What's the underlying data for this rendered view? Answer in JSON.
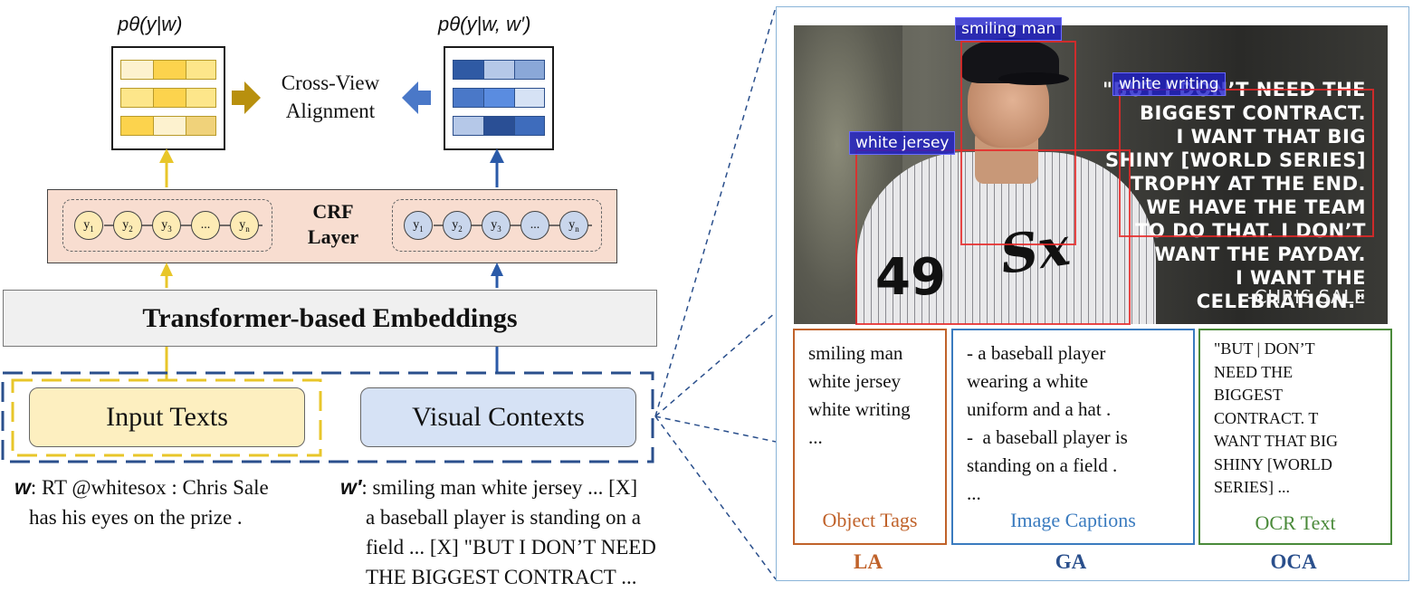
{
  "left": {
    "prob_left": "pθ(y|w)",
    "prob_right": "pθ(y|w, w′)",
    "alignment_line1": "Cross-View",
    "alignment_line2": "Alignment",
    "crf_line1": "CRF",
    "crf_line2": "Layer",
    "nodes": [
      "y1",
      "y2",
      "y3",
      "...",
      "yn"
    ],
    "embeddings": "Transformer-based Embeddings",
    "input_texts": "Input Texts",
    "visual_contexts": "Visual Contexts",
    "w_symbol": "w",
    "w_text_1": ": RT @whitesox : Chris Sale",
    "w_text_2": "has his eyes on the prize .",
    "wp_symbol": "w′",
    "wp_text_1": ": smiling man white jersey ... [X]",
    "wp_text_2": "a baseball player is standing on a",
    "wp_text_3": "field ... [X] \"BUT I DON’T NEED",
    "wp_text_4": "THE BIGGEST CONTRACT ..."
  },
  "photo": {
    "tags": [
      "smiling man",
      "white writing",
      "white jersey"
    ],
    "quote": "\"BUT I DON’T NEED THE\nBIGGEST CONTRACT.\nI WANT THAT BIG\nSHINY [WORLD SERIES]\nTROPHY AT THE END.\nWE HAVE THE TEAM\nTO DO THAT. I DON’T\nWANT THE PAYDAY.\nI WANT THE\nCELEBRATION.\"",
    "quote_author": "-CHRIS SALE",
    "jersey_number": "49"
  },
  "panels": {
    "object_tags_text": "smiling man\nwhite jersey\nwhite writing\n...",
    "object_tags_label": "Object Tags",
    "captions_text": "- a baseball player\nwearing a white\nuniform and a hat .\n-  a baseball player is\nstanding on a field .\n...",
    "captions_label": "Image Captions",
    "ocr_text": "\"BUT | DON’T\nNEED THE\nBIGGEST\nCONTRACT. T\nWANT THAT BIG\nSHINY [WORLD\nSERIES] ...",
    "ocr_label": "OCR Text",
    "la": "LA",
    "ga": "GA",
    "oca": "OCA"
  },
  "colors": {
    "yellow": "#e8c62a",
    "blue": "#2a5aa8",
    "orange": "#c0622a",
    "steel_blue": "#3a7bbf",
    "green": "#4a8a3a"
  }
}
